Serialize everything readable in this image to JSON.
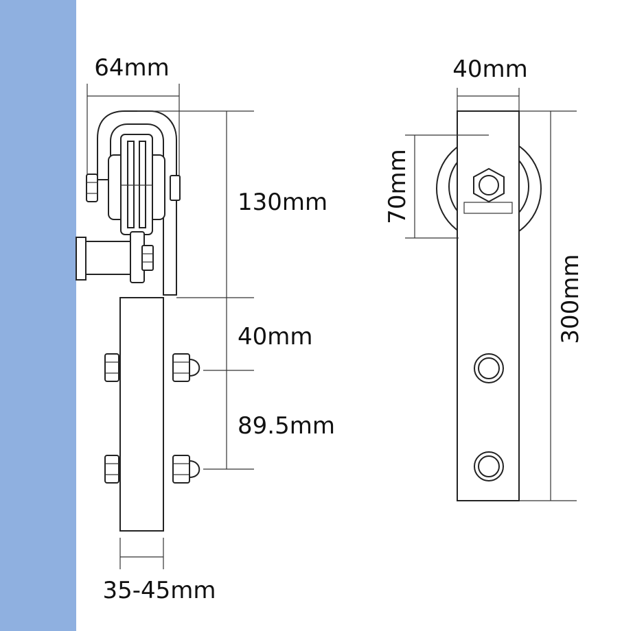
{
  "colors": {
    "wall": "#8fb0e0",
    "line": "#222222",
    "background": "#ffffff"
  },
  "side_view": {
    "dimensions": {
      "wheel_width": "64mm",
      "hanger_height": "130mm",
      "bolt_offset": "40mm",
      "bolt_spacing": "89.5mm",
      "door_thickness": "35-45mm"
    }
  },
  "front_view": {
    "dimensions": {
      "strap_width": "40mm",
      "wheel_diameter": "70mm",
      "total_height": "300mm"
    }
  }
}
